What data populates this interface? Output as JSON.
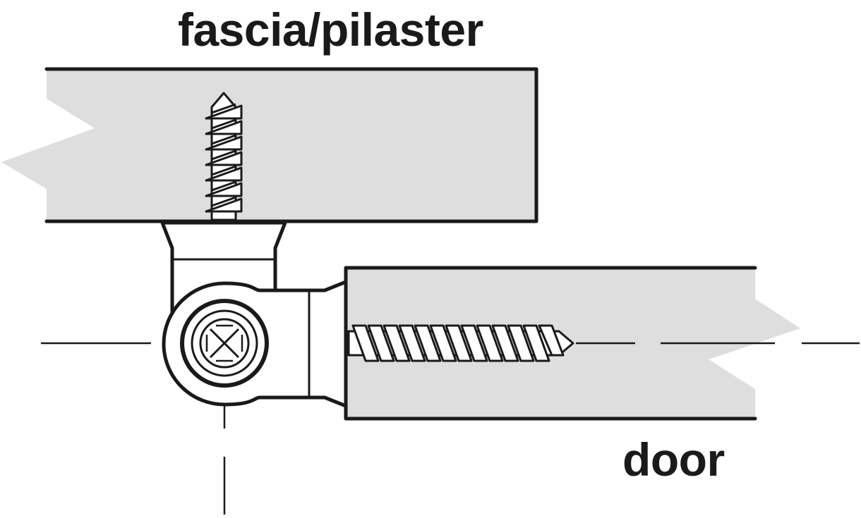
{
  "labels": {
    "fascia": "fascia/pilaster",
    "door": "door"
  },
  "colors": {
    "panel_fill": "#dedede",
    "line": "#1a1a1a",
    "background": "#ffffff"
  },
  "icons": {
    "hinge_pin": "cross-recess-screw-head"
  }
}
